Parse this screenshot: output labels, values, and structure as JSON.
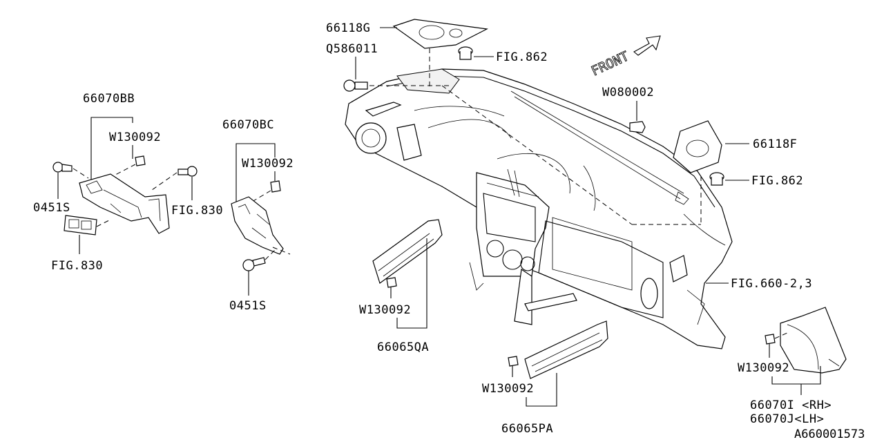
{
  "diagram_id": "A660001573",
  "front_label": "FRONT",
  "callouts": {
    "p66118G": "66118G",
    "pQ586011": "Q586011",
    "pFig862Top": "FIG.862",
    "pW080002": "W080002",
    "p66118F": "66118F",
    "pFig862Right": "FIG.862",
    "pFig660": "FIG.660-2,3",
    "p66070BB": "66070BB",
    "pW130092Left": "W130092",
    "p0451SLeft": "0451S",
    "pFig830Right": "FIG.830",
    "pFig830Bottom": "FIG.830",
    "p66070BC": "66070BC",
    "pW130092Mid": "W130092",
    "p0451SMid": "0451S",
    "pW130092QA": "W130092",
    "p66065QA": "66065QA",
    "pW130092PA": "W130092",
    "p66065PA": "66065PA",
    "pW130092Right": "W130092",
    "p66070I": "66070I <RH>",
    "p66070J": "66070J<LH>"
  }
}
